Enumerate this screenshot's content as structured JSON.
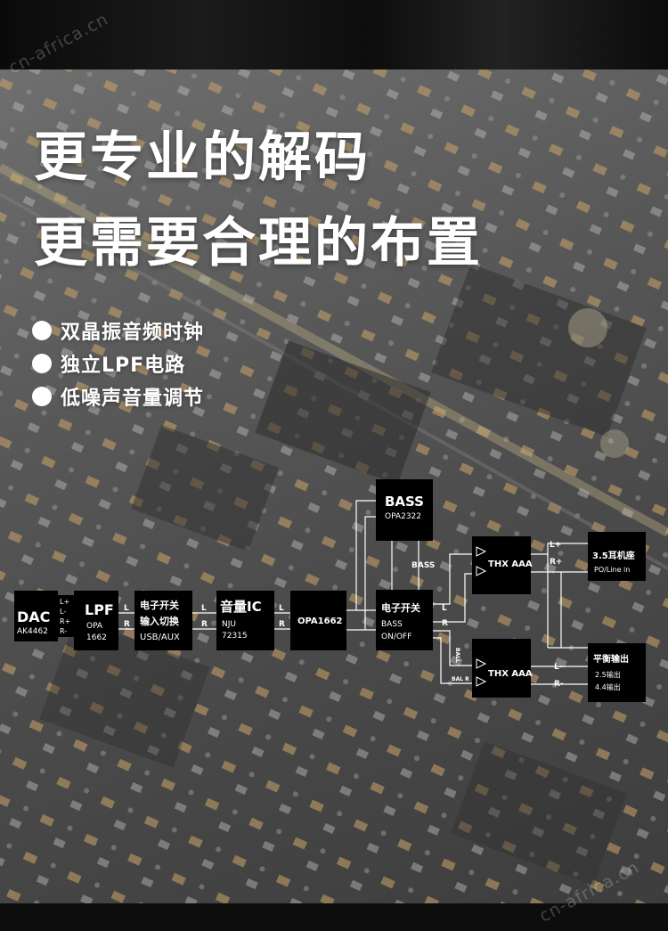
{
  "watermark": "cn-africa.cn",
  "headline": {
    "line1": "更专业的解码",
    "line2": "更需要合理的布置"
  },
  "features": [
    {
      "text": "双晶振音频时钟",
      "icon": "bullet-dot"
    },
    {
      "text": "独立LPF电路",
      "icon": "bullet-dot"
    },
    {
      "text": "低噪声音量调节",
      "icon": "bullet-dot"
    }
  ],
  "diagram": {
    "dac": {
      "title": "DAC",
      "sub": "AK4462"
    },
    "dac_pins": [
      "L+",
      "L-",
      "R+",
      "R-"
    ],
    "lpf": {
      "title": "LPF",
      "sub1": "OPA",
      "sub2": "1662"
    },
    "lr": [
      "L",
      "R"
    ],
    "switch_input": {
      "line1": "电子开关",
      "line2": "输入切换",
      "line3": "USB/AUX"
    },
    "volume": {
      "title": "音量IC",
      "sub1": "NJU",
      "sub2": "72315"
    },
    "opa1662": {
      "title": "OPA1662"
    },
    "bass": {
      "title": "BASS",
      "sub": "OPA2322"
    },
    "bass_label": "BASS",
    "switch_bass": {
      "line1": "电子开关",
      "line2": "BASS",
      "line3": "ON/OFF"
    },
    "ball_label": "BALL",
    "bal_r_label": "BAL R",
    "amp_top": {
      "title": "THX AAA"
    },
    "amp_bottom": {
      "title": "THX AAA"
    },
    "out_top_pins": [
      "L+",
      "R+"
    ],
    "out_bottom_pins": [
      "L-",
      "R-"
    ],
    "jack": {
      "title": "3.5耳机座",
      "sub": "PO/Line in"
    },
    "balanced": {
      "title": "平衡输出",
      "sub1": "2.5输出",
      "sub2": "4.4输出"
    }
  },
  "colors": {
    "box": "#000000",
    "line": "#ffffff",
    "text": "#ffffff"
  }
}
